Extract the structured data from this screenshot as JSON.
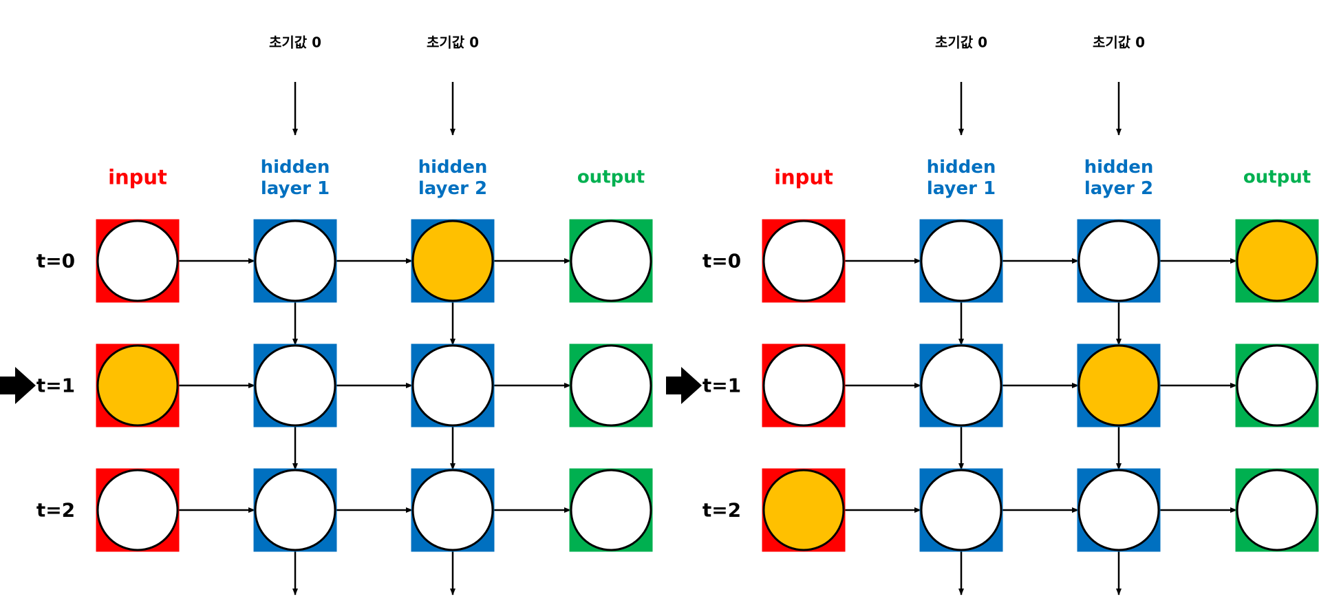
{
  "colors": {
    "input": "#ff0000",
    "hidden": "#0070c0",
    "output": "#00b050",
    "active": "#ffc000",
    "node": "#ffffff",
    "stroke": "#000000"
  },
  "panels": [
    {
      "initial_labels": [
        "초기값 0",
        "초기값 0"
      ],
      "column_labels": [
        {
          "text": "input",
          "kind": "input"
        },
        {
          "text": "hidden\nlayer 1",
          "kind": "hidden"
        },
        {
          "text": "hidden\nlayer 2",
          "kind": "hidden"
        },
        {
          "text": "output",
          "kind": "output"
        }
      ],
      "row_labels": [
        "t=0",
        "t=1",
        "t=2"
      ],
      "current_step": 1,
      "active_nodes": [
        [
          0,
          2
        ],
        [
          1,
          0
        ]
      ]
    },
    {
      "initial_labels": [
        "초기값 0",
        "초기값 0"
      ],
      "column_labels": [
        {
          "text": "input",
          "kind": "input"
        },
        {
          "text": "hidden\nlayer 1",
          "kind": "hidden"
        },
        {
          "text": "hidden\nlayer 2",
          "kind": "hidden"
        },
        {
          "text": "output",
          "kind": "output"
        }
      ],
      "row_labels": [
        "t=0",
        "t=1",
        "t=2"
      ],
      "current_step": 1,
      "active_nodes": [
        [
          0,
          3
        ],
        [
          1,
          2
        ],
        [
          2,
          0
        ]
      ]
    }
  ]
}
